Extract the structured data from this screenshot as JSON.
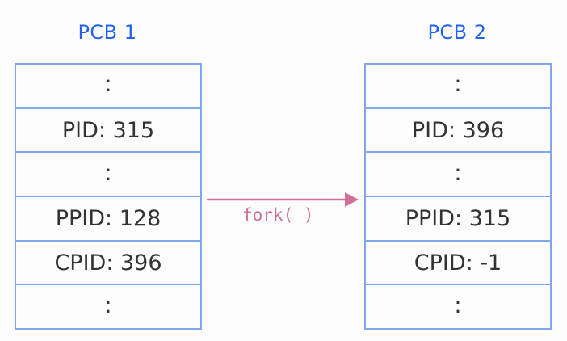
{
  "pcb1": {
    "title": "PCB 1",
    "rows": [
      ":",
      "PID: 315",
      ":",
      "PPID: 128",
      "CPID: 396",
      ":"
    ]
  },
  "pcb2": {
    "title": "PCB 2",
    "rows": [
      ":",
      "PID: 396",
      ":",
      "PPID: 315",
      "CPID: -1",
      ":"
    ]
  },
  "arrow": {
    "label": "fork( )",
    "color": "#d0709a"
  },
  "colors": {
    "title": "#2563eb",
    "border": "#7fa7ea",
    "text": "#333333"
  }
}
